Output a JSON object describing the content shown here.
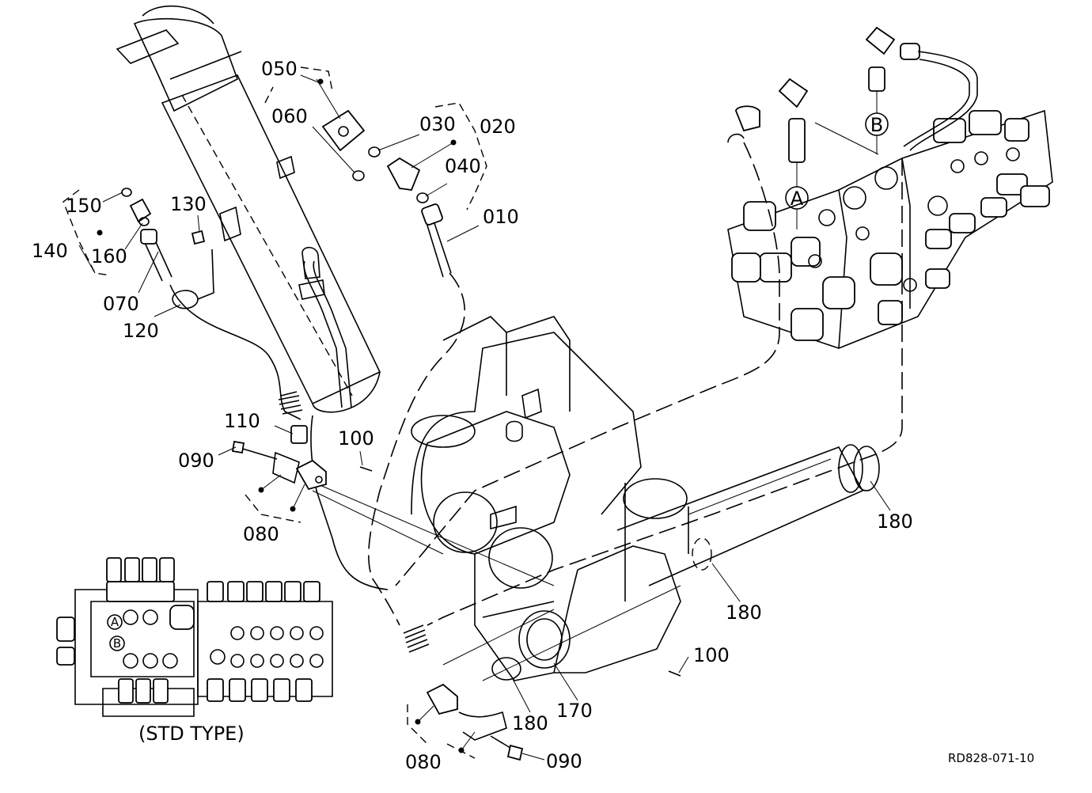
{
  "diagram": {
    "part_labels": {
      "p010": "010",
      "p020": "020",
      "p030": "030",
      "p040": "040",
      "p050": "050",
      "p060": "060",
      "p070": "070",
      "p080a": "080",
      "p080b": "080",
      "p090a": "090",
      "p090b": "090",
      "p100a": "100",
      "p100b": "100",
      "p110": "110",
      "p120": "120",
      "p130": "130",
      "p140": "140",
      "p150": "150",
      "p160": "160",
      "p170": "170",
      "p180a": "180",
      "p180b": "180",
      "p180c": "180"
    },
    "port_labels": {
      "a_main": "A",
      "b_main": "B",
      "a_inset": "A",
      "b_inset": "B"
    },
    "inset_caption": "(STD TYPE)",
    "reference": "RD828-071-10"
  }
}
